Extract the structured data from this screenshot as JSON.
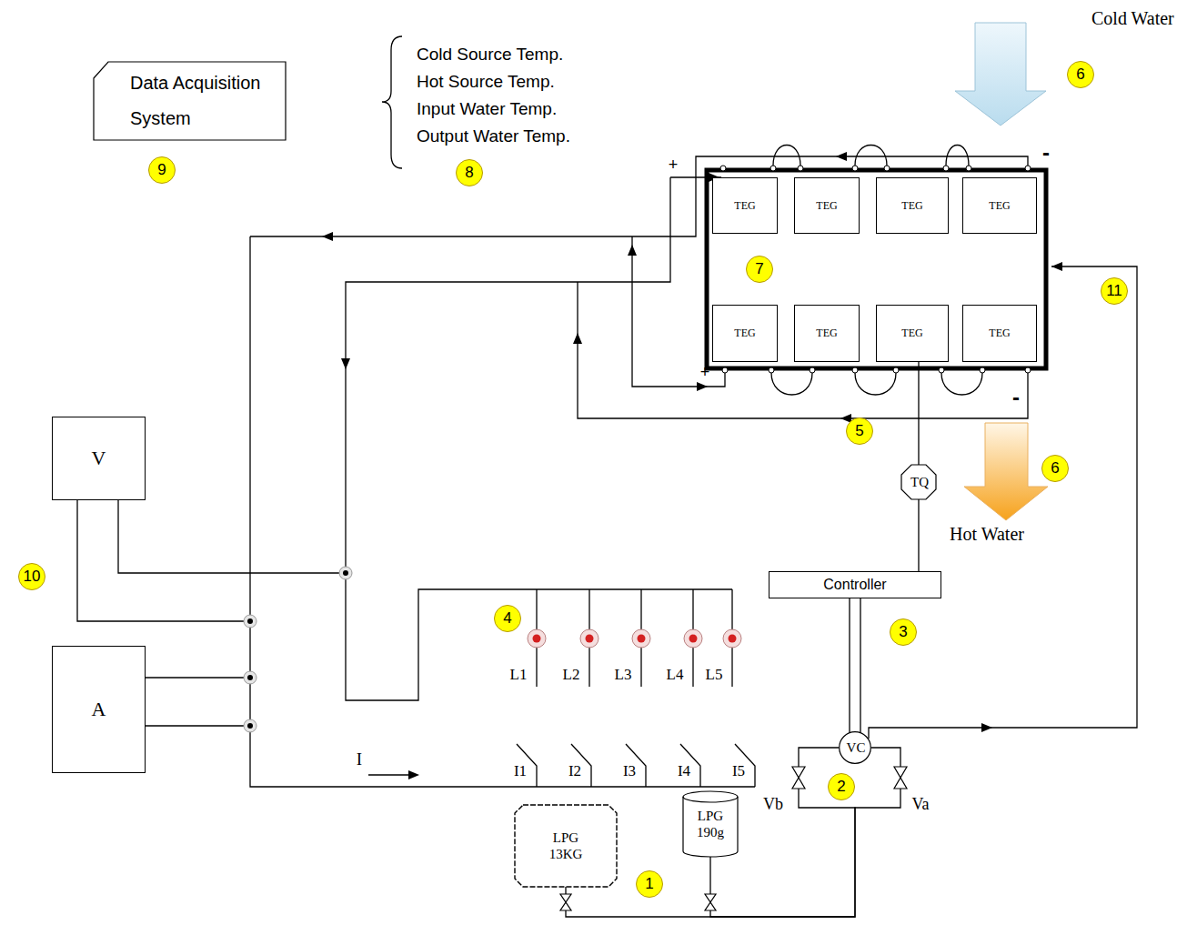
{
  "diagram": {
    "nodes": [
      {
        "text": [
          "Data Acquisition System"
        ]
      },
      {
        "text": [
          "TEG"
        ]
      },
      {
        "text": [
          "TEG"
        ]
      },
      {
        "text": [
          "TEG"
        ]
      },
      {
        "text": [
          "TEG"
        ]
      },
      {
        "text": [
          "TEG"
        ]
      },
      {
        "text": [
          "TEG"
        ]
      },
      {
        "text": [
          "TEG"
        ]
      },
      {
        "text": [
          "TEG"
        ]
      },
      {
        "text": [
          "V"
        ]
      },
      {
        "text": [
          "TQ"
        ]
      },
      {
        "text": [
          "Controller"
        ]
      },
      {
        "text": [
          "A"
        ]
      },
      {
        "text": [
          "VC"
        ]
      },
      {
        "text": [
          "LPG 13KG"
        ]
      },
      {
        "text": [
          "LPG 190g"
        ]
      }
    ],
    "edges": [
      {
        "from": 7,
        "to": 10,
        "arrow": "none"
      },
      {
        "from": 10,
        "to": 11,
        "arrow": "none"
      },
      {
        "from": 11,
        "to": 13,
        "arrow": "none"
      },
      {
        "from": 14,
        "to": 13,
        "arrow": "none"
      },
      {
        "from": 15,
        "to": 13,
        "arrow": "none"
      }
    ],
    "labels": [
      "Cold Source Temp.",
      "Hot Source Temp.",
      "Input Water Temp.",
      "Output Water Temp.",
      "Cold Water",
      "6",
      "9",
      "8",
      "+",
      "-",
      "7",
      "11",
      "+",
      "-",
      "5",
      "6",
      "Hot Water",
      "10",
      "4",
      "3",
      "L1",
      "L2",
      "L3",
      "L4",
      "L5",
      "I",
      "I1",
      "I2",
      "I3",
      "I4",
      "I5",
      "Vb",
      "2",
      "Va",
      "1"
    ]
  }
}
